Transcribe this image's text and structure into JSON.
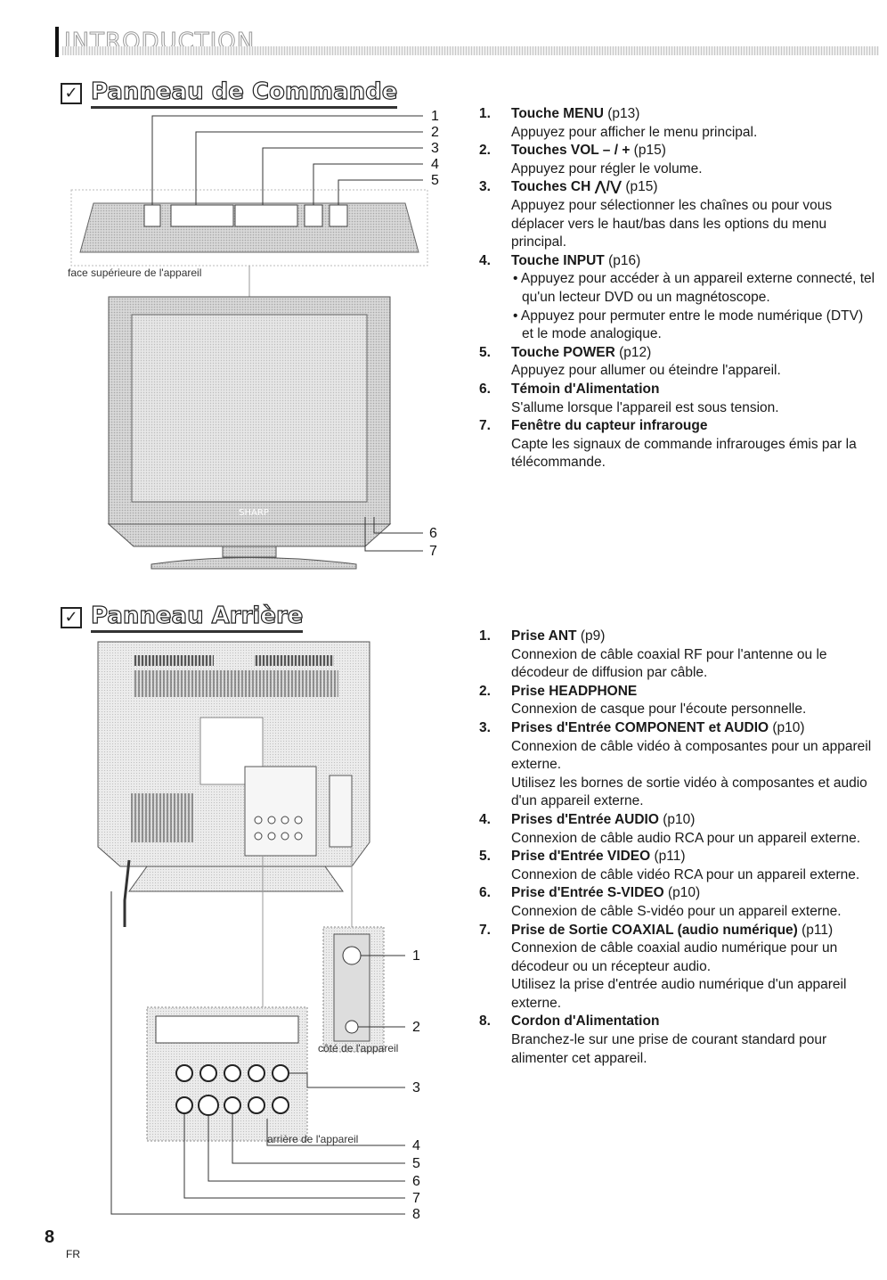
{
  "header": {
    "title": "INTRODUCTION"
  },
  "control_panel": {
    "title": "Panneau de Commande",
    "checkbox": "☑",
    "diagram_caption": "face supérieure de l'appareil",
    "tv_logo": "SHARP",
    "callouts": [
      "1",
      "2",
      "3",
      "4",
      "5",
      "6",
      "7"
    ],
    "items": [
      {
        "num": "1.",
        "head": "Touche MENU",
        "ref": " (p13)",
        "desc": [
          "Appuyez pour afficher le menu principal."
        ]
      },
      {
        "num": "2.",
        "head": "Touches VOL – / +",
        "ref": " (p15)",
        "desc": [
          "Appuyez pour régler le volume."
        ]
      },
      {
        "num": "3.",
        "head": "Touches CH ⋀/⋁",
        "ref": " (p15)",
        "desc": [
          "Appuyez pour sélectionner les chaînes ou pour vous déplacer vers le haut/bas dans les options du menu principal."
        ]
      },
      {
        "num": "4.",
        "head": "Touche INPUT",
        "ref": " (p16)",
        "bullets": [
          "• Appuyez pour accéder à un appareil externe connecté, tel qu'un lecteur DVD ou un magnétoscope.",
          "• Appuyez pour permuter entre le mode numérique (DTV) et le mode analogique."
        ]
      },
      {
        "num": "5.",
        "head": "Touche POWER",
        "ref": " (p12)",
        "desc": [
          "Appuyez pour allumer ou éteindre l'appareil."
        ]
      },
      {
        "num": "6.",
        "head": "Témoin d'Alimentation",
        "ref": "",
        "desc": [
          "S'allume lorsque l'appareil est sous tension."
        ]
      },
      {
        "num": "7.",
        "head": "Fenêtre du capteur infrarouge",
        "ref": "",
        "desc": [
          "Capte les signaux de commande infrarouges émis par la télécommande."
        ]
      }
    ]
  },
  "rear_panel": {
    "title": "Panneau Arrière",
    "checkbox": "☑",
    "caption_side": "côté de l'appareil",
    "caption_back": "arrière de l'appareil",
    "callouts": [
      "1",
      "2",
      "3",
      "4",
      "5",
      "6",
      "7",
      "8"
    ],
    "items": [
      {
        "num": "1.",
        "head": "Prise ANT",
        "ref": " (p9)",
        "desc": [
          "Connexion de câble coaxial RF pour l'antenne ou le décodeur de diffusion par câble."
        ]
      },
      {
        "num": "2.",
        "head": "Prise HEADPHONE",
        "ref": "",
        "desc": [
          "Connexion de casque pour l'écoute personnelle."
        ]
      },
      {
        "num": "3.",
        "head": "Prises d'Entrée COMPONENT et AUDIO",
        "ref": " (p10)",
        "desc": [
          "Connexion de câble vidéo à composantes pour un appareil externe.",
          "Utilisez les bornes de sortie vidéo à composantes et audio d'un appareil externe."
        ]
      },
      {
        "num": "4.",
        "head": "Prises d'Entrée AUDIO",
        "ref": " (p10)",
        "desc": [
          "Connexion de câble audio RCA pour un appareil externe."
        ]
      },
      {
        "num": "5.",
        "head": "Prise d'Entrée VIDEO",
        "ref": " (p11)",
        "desc": [
          "Connexion de câble vidéo RCA pour un appareil externe."
        ]
      },
      {
        "num": "6.",
        "head": "Prise d'Entrée S-VIDEO",
        "ref": " (p10)",
        "desc": [
          "Connexion de câble S-vidéo pour un appareil externe."
        ]
      },
      {
        "num": "7.",
        "head": "Prise de Sortie COAXIAL (audio numérique)",
        "ref": " (p11)",
        "desc": [
          "Connexion de câble coaxial audio numérique pour un décodeur ou un récepteur audio.",
          "Utilisez la prise d'entrée audio numérique d'un appareil externe."
        ]
      },
      {
        "num": "8.",
        "head": "Cordon d'Alimentation",
        "ref": "",
        "desc": [
          "Branchez-le sur une prise de courant standard pour alimenter cet appareil."
        ]
      }
    ]
  },
  "footer": {
    "page_number": "8",
    "language": "FR"
  }
}
